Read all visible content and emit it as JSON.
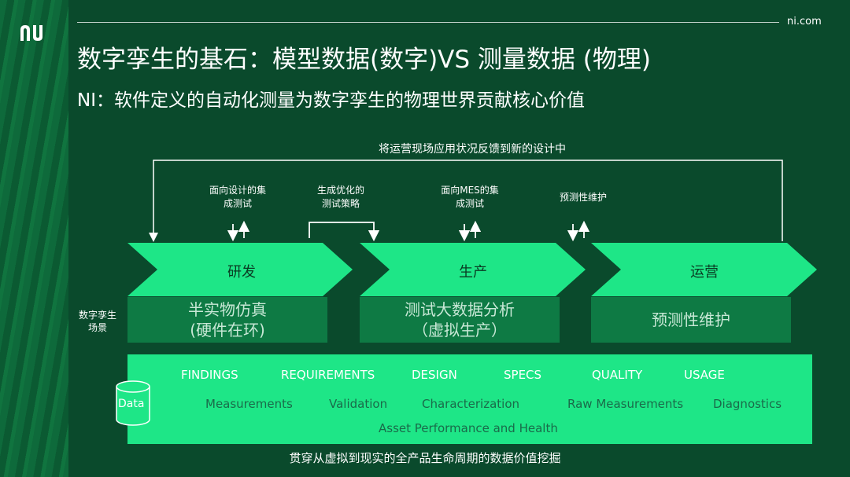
{
  "header": {
    "logo_text": "ni",
    "site": "ni.com",
    "title": "数字孪生的基石：模型数据(数字)VS 测量数据 (物理)",
    "subtitle": "NI：软件定义的自动化测量为数字孪生的物理世界贡献核心价值"
  },
  "diagram": {
    "feedback_label": "将运营现场应用状况反馈到新的设计中",
    "notes": [
      "面向设计的集\n成测试",
      "生成优化的\n测试策略",
      "面向MES的集\n成测试",
      "预测性维护"
    ],
    "stages": [
      "研发",
      "生产",
      "运营"
    ],
    "scenario_label": "数字孪生\n场景",
    "scenarios": [
      "半实物仿真\n(硬件在环)",
      "测试大数据分析\n（虚拟生产）",
      "预测性维护"
    ],
    "data_icon_label": "Data",
    "band_row1": [
      "FINDINGS",
      "REQUIREMENTS",
      "DESIGN",
      "SPECS",
      "QUALITY",
      "USAGE"
    ],
    "band_row2": [
      "Measurements",
      "Validation",
      "Characterization",
      "Raw Measurements",
      "Diagnostics"
    ],
    "band_row3": "Asset Performance and Health",
    "bottom_caption": "贯穿从虚拟到现实的全产品生命周期的数据价值挖掘"
  },
  "colors": {
    "background": "#0a4a2c",
    "accent_green": "#1ee687",
    "scenario_box": "#0e7a44",
    "band_text_dark": "#1a6b4a"
  }
}
